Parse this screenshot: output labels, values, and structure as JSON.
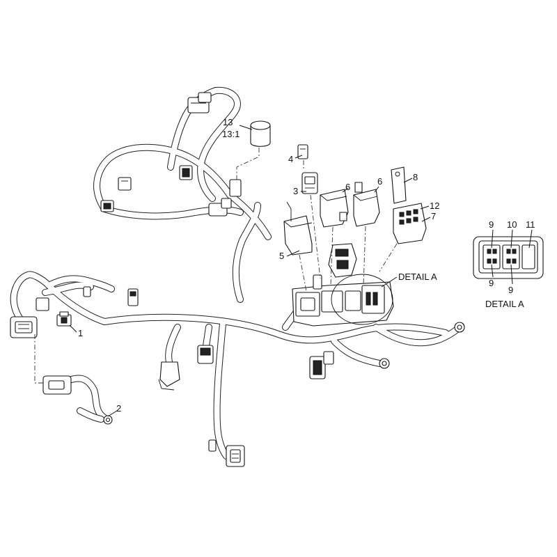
{
  "callouts": {
    "c1": "1",
    "c2": "2",
    "c3": "3",
    "c4": "4",
    "c5": "5",
    "c6a": "6",
    "c6b": "6",
    "c7": "7",
    "c8": "8",
    "c12": "12",
    "c13": "13",
    "c13_1": "13:1"
  },
  "detail": {
    "pointer_label": "DETAIL A",
    "title": "DETAIL A",
    "c9_top": "9",
    "c10": "10",
    "c11": "11",
    "c9_left": "9",
    "c9_bottom": "9"
  }
}
